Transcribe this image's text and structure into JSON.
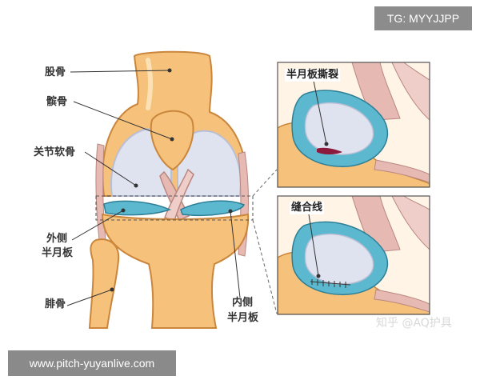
{
  "watermark_top": "TG: MYYJJPP",
  "watermark_bottom": "www.pitch-yuyanlive.com",
  "credit": "知乎 @AQ护具",
  "labels": {
    "femur": "股骨",
    "patella": "髌骨",
    "cartilage": "关节软骨",
    "lateral_meniscus_line1": "外侧",
    "lateral_meniscus_line2": "半月板",
    "fibula": "腓骨",
    "medial_meniscus_line1": "内侧",
    "medial_meniscus_line2": "半月板"
  },
  "panels": {
    "tear_title": "半月板撕裂",
    "suture_title": "缝合线"
  },
  "colors": {
    "bone": "#f6c17a",
    "bone_outline": "#c9863c",
    "cartilage": "#dfe3f0",
    "meniscus": "#5bb8cf",
    "ligament": "#e7b9b3",
    "tear": "#8b1a3c"
  }
}
